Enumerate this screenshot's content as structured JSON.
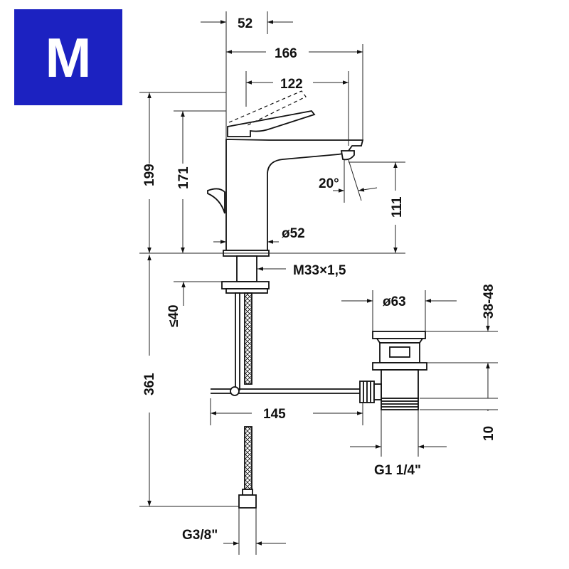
{
  "badge": {
    "letter": "M",
    "color": "#1c22c1"
  },
  "labels": {
    "d52": "52",
    "d166": "166",
    "d122": "122",
    "d199": "199",
    "d171": "171",
    "d20": "20°",
    "d111": "111",
    "dia52": "ø52",
    "thread": "M33×1,5",
    "le40": "≤40",
    "dia63": "ø63",
    "range": "38-48",
    "d361": "361",
    "d145": "145",
    "d10": "10",
    "g114": "G1 1/4\"",
    "g38": "G3/8\""
  },
  "colors": {
    "line": "#111111",
    "dim": "#222222"
  }
}
